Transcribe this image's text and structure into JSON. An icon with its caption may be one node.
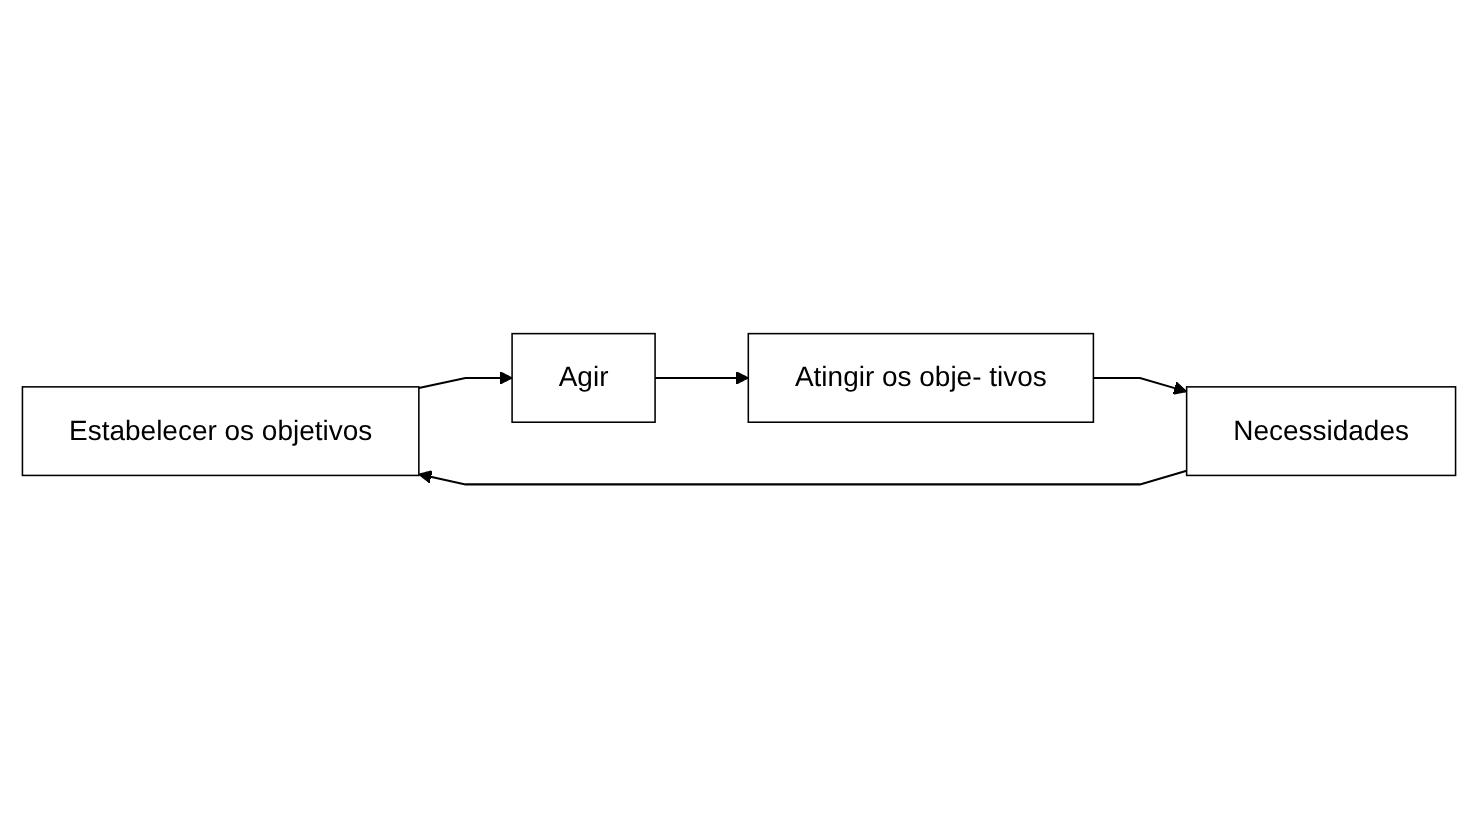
{
  "diagram": {
    "nodes": [
      {
        "text": [
          "Estabelecer os objetivos"
        ]
      },
      {
        "text": [
          "Agir"
        ]
      },
      {
        "text": [
          "Atingir os obje- tivos"
        ]
      },
      {
        "text": [
          "Necessidades"
        ]
      }
    ],
    "edges": [
      {
        "from": 3,
        "to": 0,
        "arrow": "to"
      },
      {
        "from": 0,
        "to": 1,
        "arrow": "to"
      },
      {
        "from": 1,
        "to": 2,
        "arrow": "to"
      },
      {
        "from": 2,
        "to": 3,
        "arrow": "to"
      }
    ]
  }
}
